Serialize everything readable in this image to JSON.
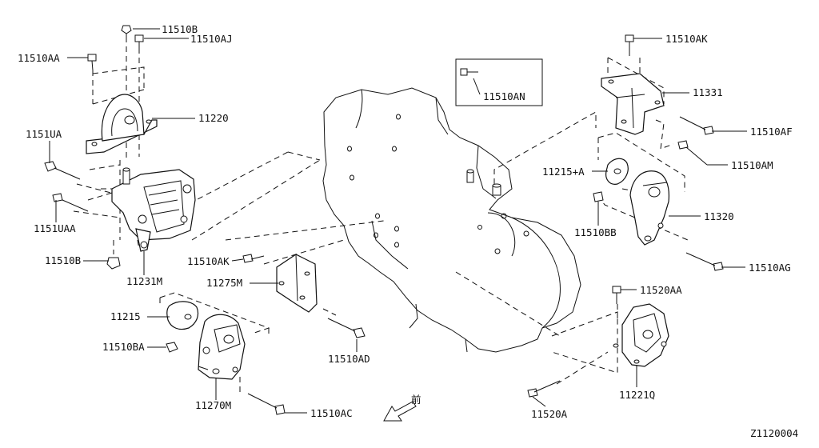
{
  "diagram_id": "Z1120004",
  "labels": {
    "p11510B_top": "11510B",
    "p11510AJ": "11510AJ",
    "p11510AA": "11510AA",
    "p11220": "11220",
    "p1151UA": "1151UA",
    "p1151UAA": "1151UAA",
    "p11510B_bot": "11510B",
    "p11231M": "11231M",
    "p11510AK_left": "11510AK",
    "p11275M": "11275M",
    "p11215": "11215",
    "p11510BA": "11510BA",
    "p11510AD": "11510AD",
    "p11270M": "11270M",
    "p11510AC": "11510AC",
    "p11510AN": "11510AN",
    "p11510AK_right": "11510AK",
    "p11331": "11331",
    "p11510AF": "11510AF",
    "p11215A": "11215+A",
    "p11510AM": "11510AM",
    "p11320": "11320",
    "p11510BB": "11510BB",
    "p11510AG": "11510AG",
    "p11520AA": "11520AA",
    "p11221Q": "11221Q",
    "p11520A": "11520A"
  },
  "front_marker": "前"
}
